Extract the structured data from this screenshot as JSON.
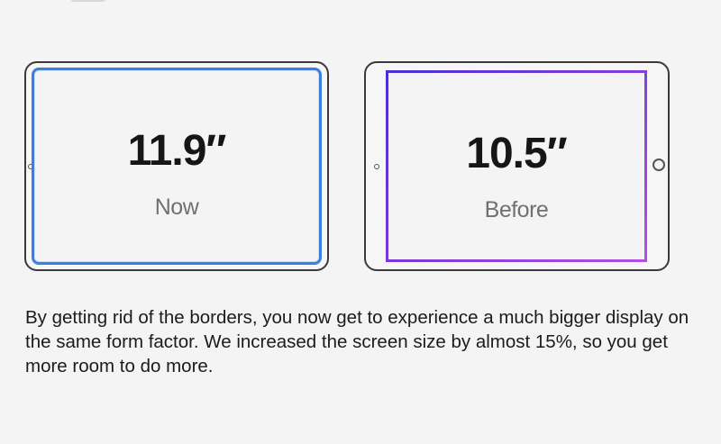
{
  "comparison": {
    "now": {
      "size": "11.9″",
      "label": "Now"
    },
    "before": {
      "size": "10.5″",
      "label": "Before"
    }
  },
  "description": "By getting rid of the borders, you now get to experience a much bigger display on the same form factor. We increased the screen size by almost 15%, so you get more room to do more.",
  "colors": {
    "now_screen_border": "#3a7fe0",
    "before_screen_border_start": "#4b2fd3",
    "before_screen_border_end": "#b04fe4",
    "background": "#f4f4f4"
  }
}
